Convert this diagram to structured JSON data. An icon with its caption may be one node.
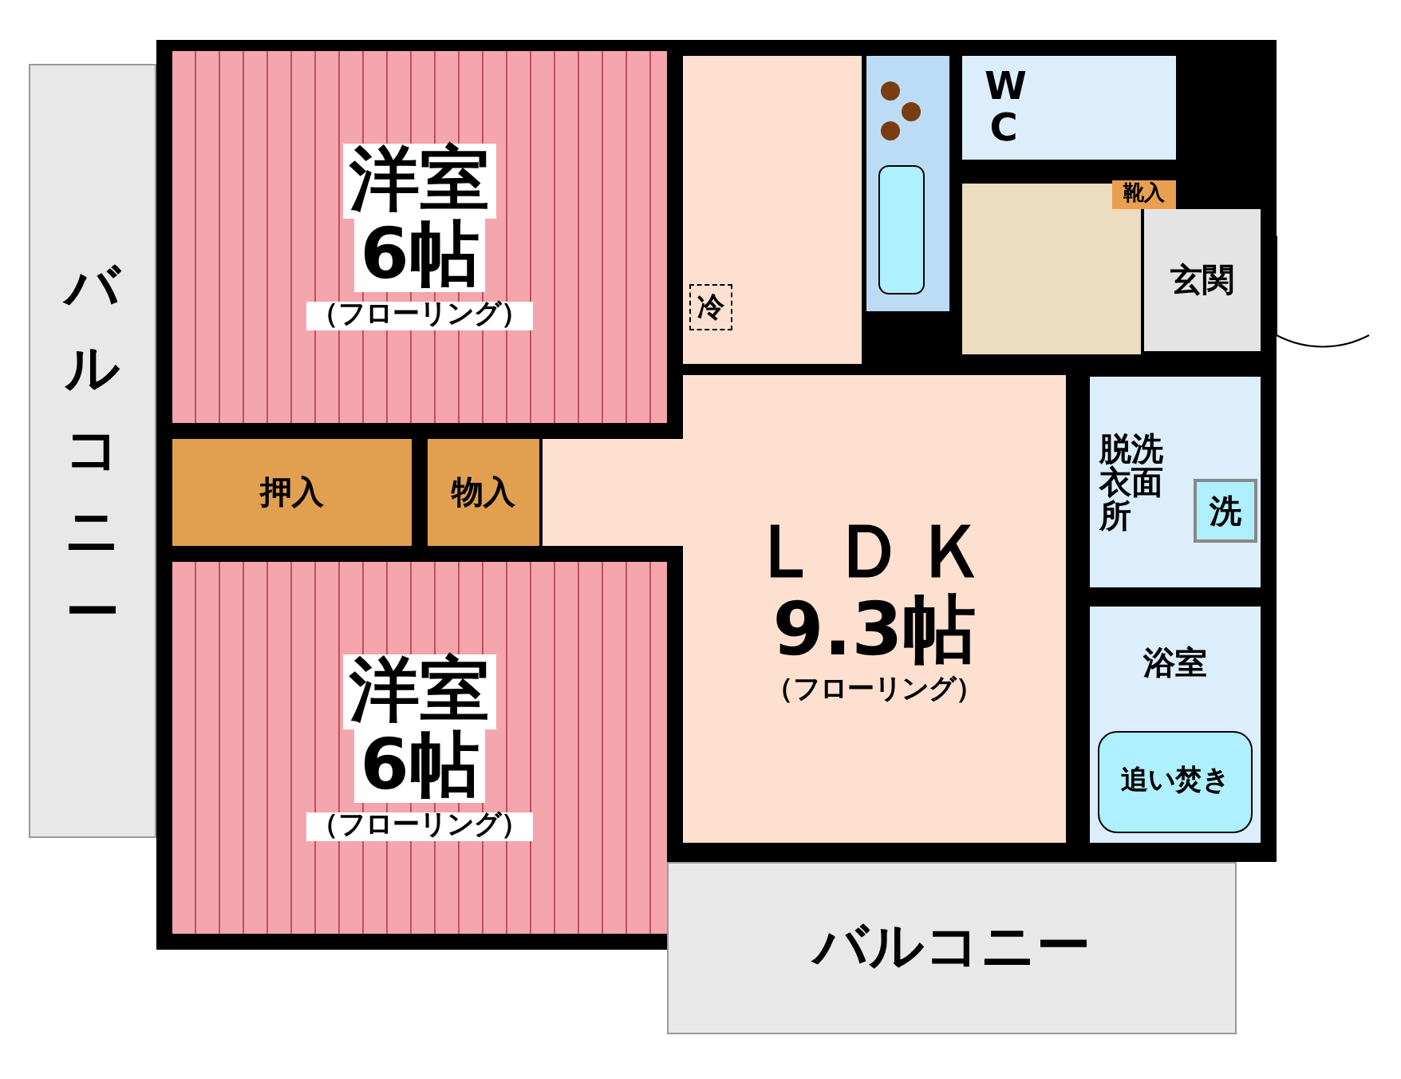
{
  "diagram": {
    "nodes": [
      {
        "text": [
          "バルコニー"
        ]
      },
      {
        "text": [
          "洋室",
          "6帖",
          "（フローリング）"
        ]
      },
      {
        "text": [
          "WC"
        ]
      },
      {
        "text": [
          "靴入"
        ]
      },
      {
        "text": [
          "玄関"
        ]
      },
      {
        "text": [
          "押入"
        ]
      },
      {
        "text": [
          "物入"
        ]
      },
      {
        "text": [
          "ＬＤＫ",
          "9.3帖",
          "（フローリング）"
        ]
      },
      {
        "text": [
          "脱洗衣面所"
        ]
      },
      {
        "text": [
          "洗"
        ],
        "in": 8
      },
      {
        "text": [
          "浴室"
        ]
      },
      {
        "text": [
          "追い焚き"
        ],
        "in": 10
      },
      {
        "text": [
          "洋室",
          "6帖",
          "（フローリング）"
        ]
      },
      {
        "text": [
          "バルコニー"
        ]
      }
    ],
    "labels": [
      "冷"
    ]
  }
}
